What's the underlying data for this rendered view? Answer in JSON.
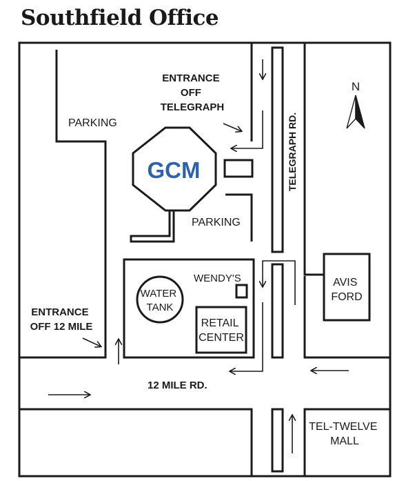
{
  "title": "Southfield Office",
  "labels": {
    "entrance_telegraph": [
      "ENTRANCE",
      "OFF",
      "TELEGRAPH"
    ],
    "entrance_12mile": [
      "ENTRANCE",
      "OFF 12 MILE"
    ],
    "parking_left": "PARKING",
    "parking_right": "PARKING",
    "gcm": "GCM",
    "telegraph_rd": "TELEGRAPH RD.",
    "north": "N",
    "wendys": "WENDY'S",
    "water_tank": [
      "WATER",
      "TANK"
    ],
    "retail_center": [
      "RETAIL",
      "CENTER"
    ],
    "avis_ford": [
      "AVIS",
      "FORD"
    ],
    "twelve_mile_rd": "12 MILE RD.",
    "tel_twelve_mall": [
      "TEL-TWELVE",
      "MALL"
    ]
  },
  "colors": {
    "ink": "#1a1a1a",
    "brand": "#2d63ad"
  },
  "icons": {
    "north": "north-arrow-icon"
  }
}
